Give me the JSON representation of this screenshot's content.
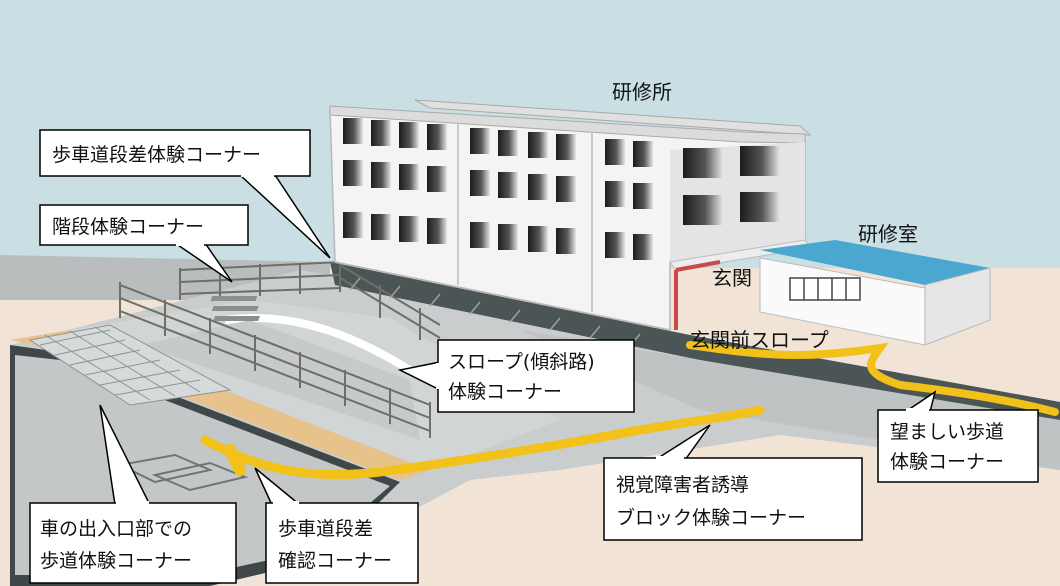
{
  "labels": {
    "training_center": "研修所",
    "training_room": "研修室",
    "entrance": "玄関",
    "entrance_slope": "玄関前スロープ"
  },
  "callouts": {
    "curb_step": [
      "歩車道段差体験コーナー"
    ],
    "stairs": [
      "階段体験コーナー"
    ],
    "slope": [
      "スロープ(傾斜路)",
      "体験コーナー"
    ],
    "sidewalk": [
      "望ましい歩道",
      "体験コーナー"
    ],
    "tactile": [
      "視覚障害者誘導",
      "ブロック体験コーナー"
    ],
    "curb_check": [
      "歩車道段差",
      "確認コーナー"
    ],
    "driveway": [
      "車の出入口部での",
      "歩道体験コーナー"
    ]
  },
  "colors": {
    "sky": "#c9dfe3",
    "ground": "#f2e3d7",
    "pavement": "#c4c8c8",
    "dark_strip": "#4b5556",
    "tactile_yellow": "#f2c21a",
    "building": "#f4f4f4",
    "roof_blue": "#4aa7cf",
    "sand": "#e7c28b",
    "entrance_frame": "#c94a4a"
  }
}
